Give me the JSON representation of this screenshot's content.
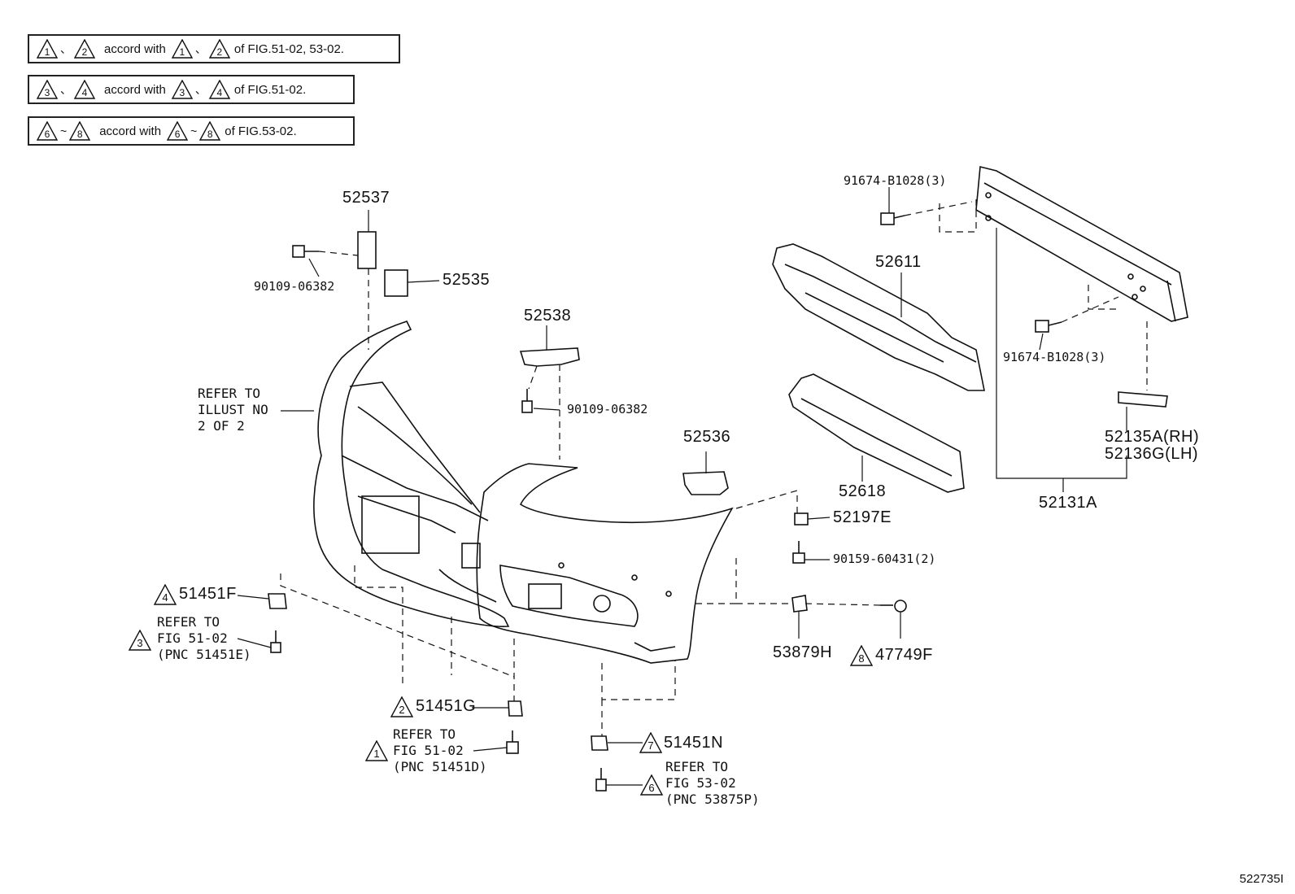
{
  "notes": [
    {
      "a": "1",
      "b": "2",
      "sep": "、",
      "accord": "accord with",
      "c": "1",
      "d": "2",
      "sep2": "、",
      "tail": "of FIG.51-02, 53-02."
    },
    {
      "a": "3",
      "b": "4",
      "sep": "、",
      "accord": "accord with",
      "c": "3",
      "d": "4",
      "sep2": "、",
      "tail": "of FIG.51-02."
    },
    {
      "a": "6",
      "b": "8",
      "sep": "~",
      "accord": "accord with",
      "c": "6",
      "d": "8",
      "sep2": "~",
      "tail": "of FIG.53-02."
    }
  ],
  "parts": {
    "p52537": "52537",
    "p90109a": "90109-06382",
    "p52535": "52535",
    "p52538": "52538",
    "p90109b": "90109-06382",
    "p52611": "52611",
    "p91674a": "91674-B1028(3)",
    "p91674b": "91674-B1028(3)",
    "p52135": "52135A(RH)",
    "p52136": "52136G(LH)",
    "p52131": "52131A",
    "p52618": "52618",
    "p52536": "52536",
    "p52197": "52197E",
    "p90159": "90159-60431(2)",
    "p53879": "53879H",
    "p47749": "47749F",
    "p51451F": "51451F",
    "p51451G": "51451G",
    "p51451N": "51451N"
  },
  "refs": {
    "illust": "REFER TO\nILLUST NO\n2 OF 2",
    "fig51_e": "REFER TO\nFIG 51-02\n(PNC 51451E)",
    "fig51_d": "REFER TO\nFIG 51-02\n(PNC 51451D)",
    "fig53": "REFER TO\nFIG 53-02\n(PNC 53875P)"
  },
  "markers": {
    "m4": "4",
    "m3": "3",
    "m2": "2",
    "m1": "1",
    "m7": "7",
    "m6": "6",
    "m8": "8"
  },
  "doc_number": "522735I"
}
